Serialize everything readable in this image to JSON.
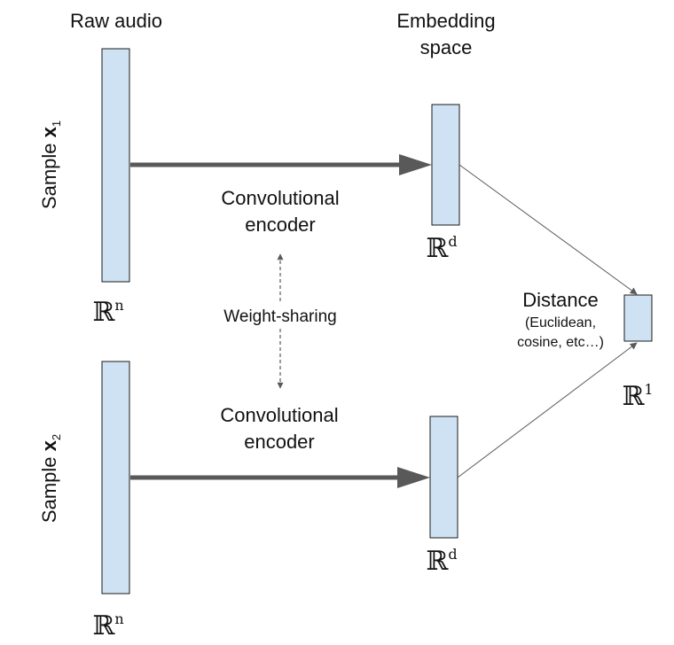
{
  "header": {
    "raw_audio": "Raw audio",
    "embedding_space": [
      "Embedding",
      "space"
    ]
  },
  "samples": [
    {
      "label": "Sample ",
      "var": "x",
      "sub": "1"
    },
    {
      "label": "Sample ",
      "var": "x",
      "sub": "2"
    }
  ],
  "encoders": [
    {
      "lines": [
        "Convolutional",
        "encoder"
      ]
    },
    {
      "lines": [
        "Convolutional",
        "encoder"
      ]
    }
  ],
  "weight_sharing": "Weight-sharing",
  "distance": {
    "title": "Distance",
    "detail": [
      "(Euclidean,",
      "cosine, etc…)"
    ]
  },
  "spaces": {
    "input": {
      "base": "ℝ",
      "exp": "n"
    },
    "embedding": {
      "base": "ℝ",
      "exp": "d"
    },
    "output": {
      "base": "ℝ",
      "exp": "1"
    }
  },
  "colors": {
    "box_fill": "#cfe2f3",
    "box_stroke": "#1a1a1a",
    "thick_arrow": "#595959",
    "thin_arrow": "#595959",
    "dashed_arrow": "#595959"
  }
}
